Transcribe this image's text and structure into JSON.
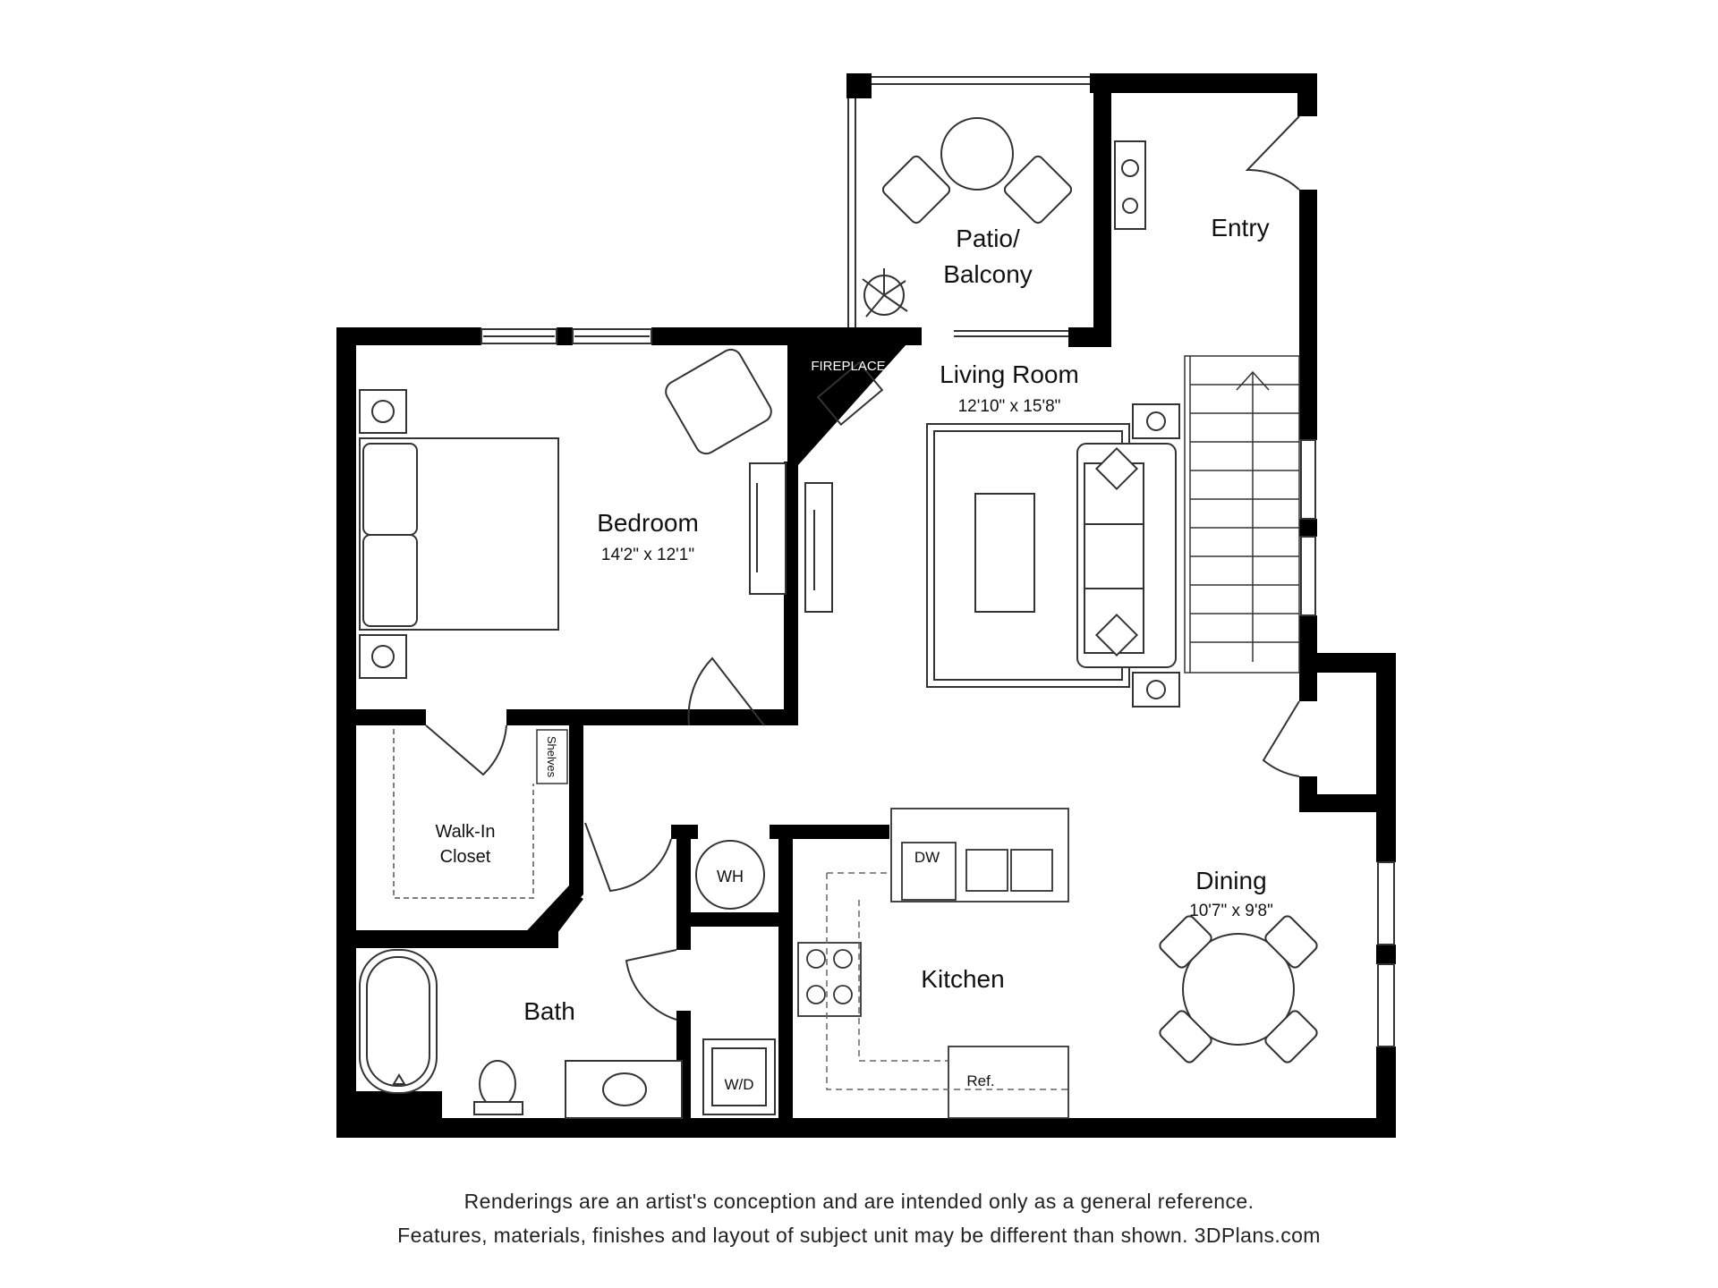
{
  "rooms": {
    "patio": {
      "line1": "Patio/",
      "line2": "Balcony"
    },
    "entry": {
      "name": "Entry"
    },
    "living": {
      "name": "Living Room",
      "dims": "12'10\" x 15'8\""
    },
    "bedroom": {
      "name": "Bedroom",
      "dims": "14'2\" x 12'1\""
    },
    "closet": {
      "line1": "Walk-In",
      "line2": "Closet"
    },
    "bath": {
      "name": "Bath"
    },
    "kitchen": {
      "name": "Kitchen"
    },
    "dining": {
      "name": "Dining",
      "dims": "10'7\" x 9'8\""
    }
  },
  "fixtures": {
    "fireplace": "FIREPLACE",
    "shelves": "Shelves",
    "water_heater": "WH",
    "dishwasher": "DW",
    "washer_dryer": "W/D",
    "refrigerator": "Ref."
  },
  "disclaimer": {
    "line1": "Renderings are an artist's conception and are intended only as a general reference.",
    "line2": "Features, materials, finishes and layout of subject unit may be different than shown. 3DPlans.com"
  },
  "colors": {
    "wall": "#000000",
    "line": "#333333",
    "background": "#ffffff"
  }
}
